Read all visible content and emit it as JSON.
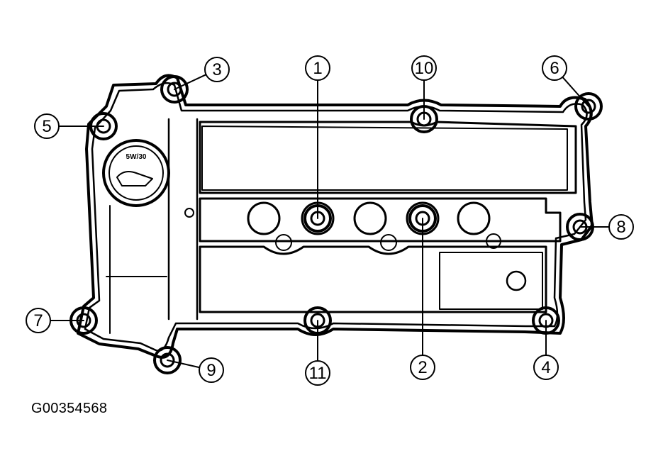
{
  "diagram": {
    "cap_text": "5W/30",
    "callouts": [
      {
        "id": "bolt-1",
        "label": "1"
      },
      {
        "id": "bolt-2",
        "label": "2"
      },
      {
        "id": "bolt-3",
        "label": "3"
      },
      {
        "id": "bolt-4",
        "label": "4"
      },
      {
        "id": "bolt-5",
        "label": "5"
      },
      {
        "id": "bolt-6",
        "label": "6"
      },
      {
        "id": "bolt-7",
        "label": "7"
      },
      {
        "id": "bolt-8",
        "label": "8"
      },
      {
        "id": "bolt-9",
        "label": "9"
      },
      {
        "id": "bolt-10",
        "label": "10"
      },
      {
        "id": "bolt-11",
        "label": "11"
      }
    ]
  },
  "figure_id": "G00354568"
}
